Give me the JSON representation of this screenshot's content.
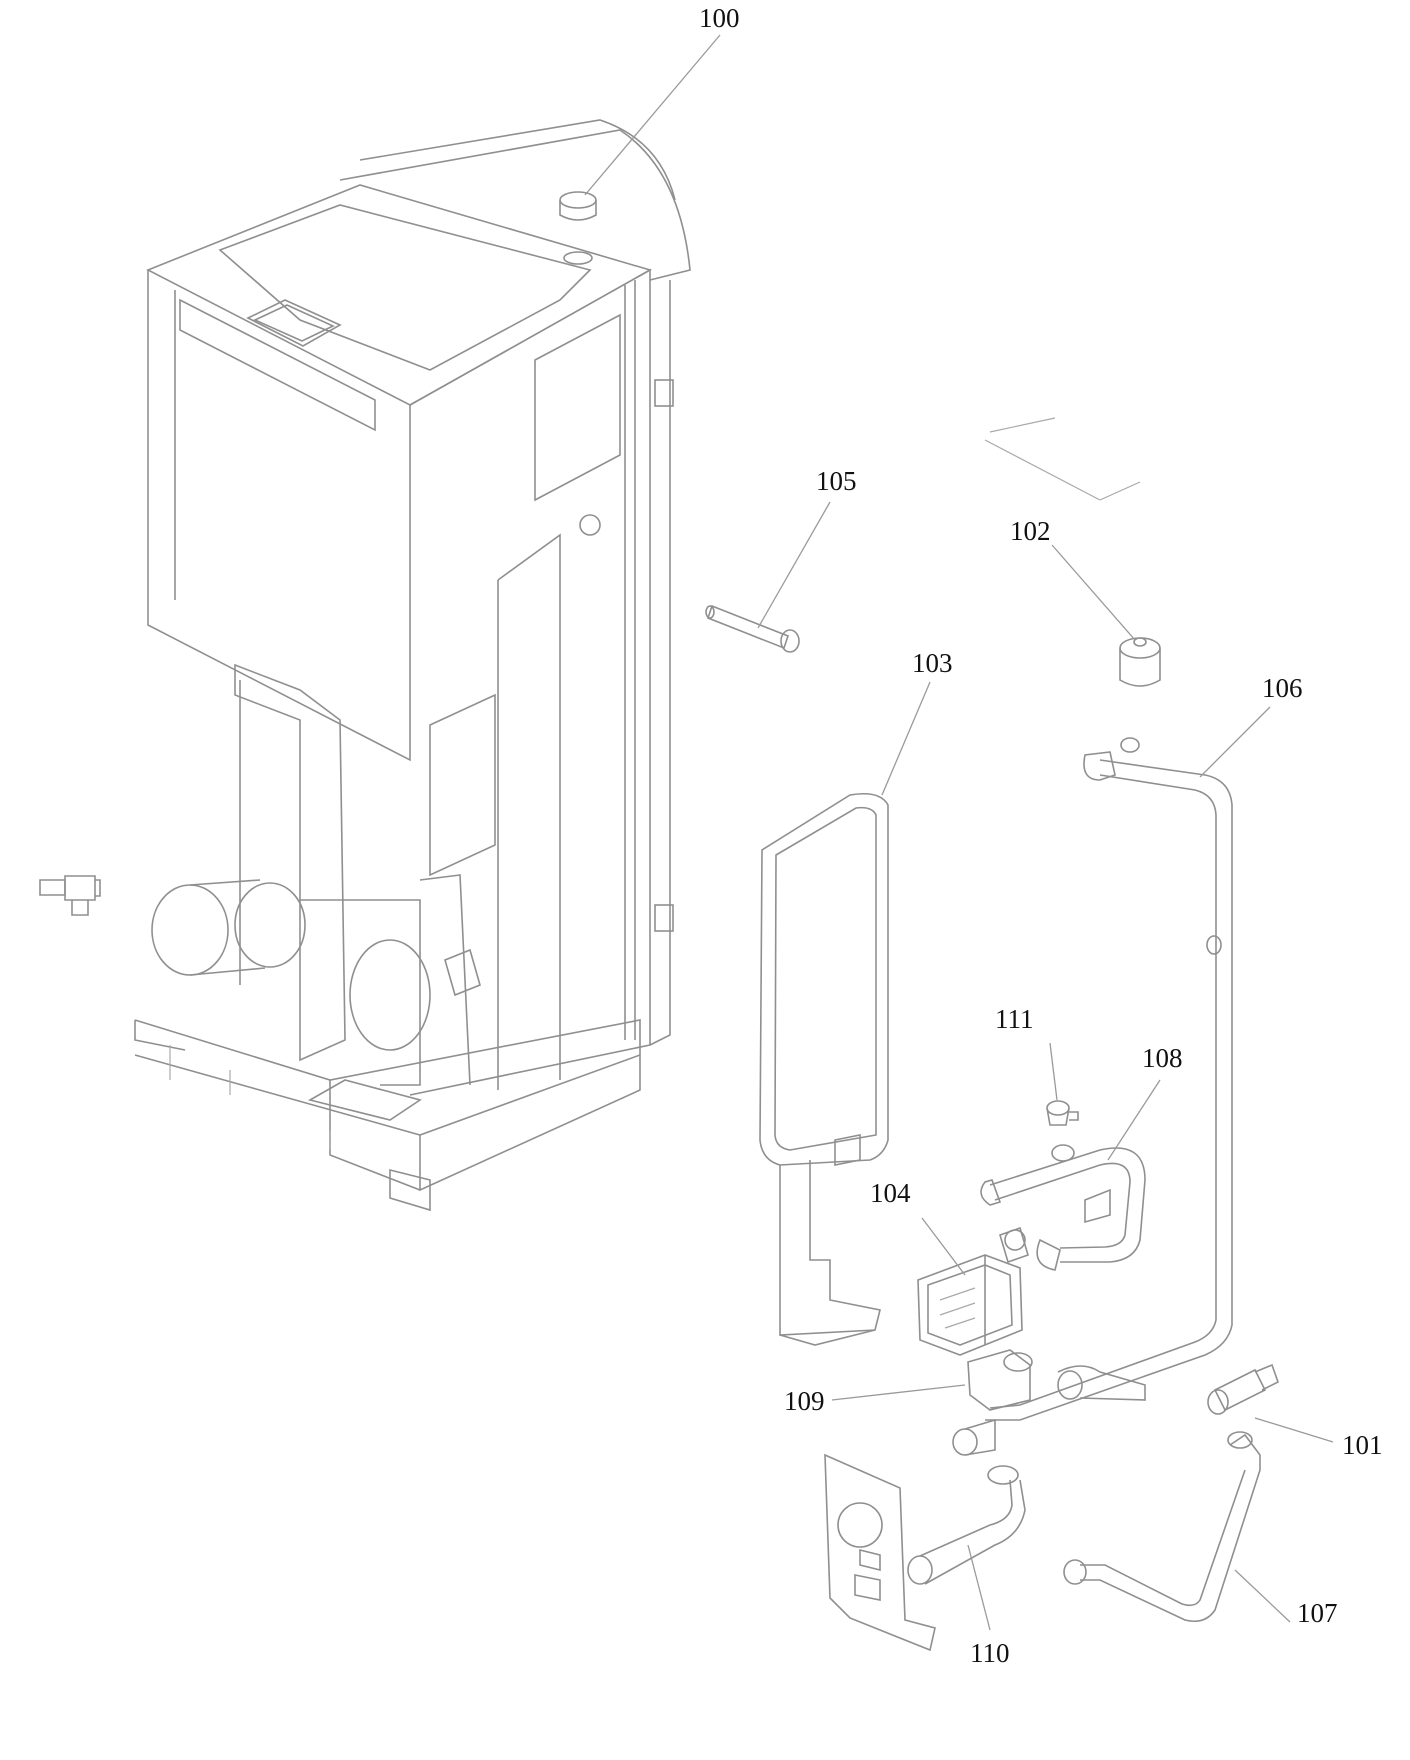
{
  "diagram": {
    "type": "exploded-parts-view",
    "callouts": [
      {
        "id": "p100",
        "label": "100"
      },
      {
        "id": "p101",
        "label": "101"
      },
      {
        "id": "p102",
        "label": "102"
      },
      {
        "id": "p103",
        "label": "103"
      },
      {
        "id": "p104",
        "label": "104"
      },
      {
        "id": "p105",
        "label": "105"
      },
      {
        "id": "p106",
        "label": "106"
      },
      {
        "id": "p107",
        "label": "107"
      },
      {
        "id": "p108",
        "label": "108"
      },
      {
        "id": "p109",
        "label": "109"
      },
      {
        "id": "p110",
        "label": "110"
      },
      {
        "id": "p111",
        "label": "111"
      }
    ]
  }
}
